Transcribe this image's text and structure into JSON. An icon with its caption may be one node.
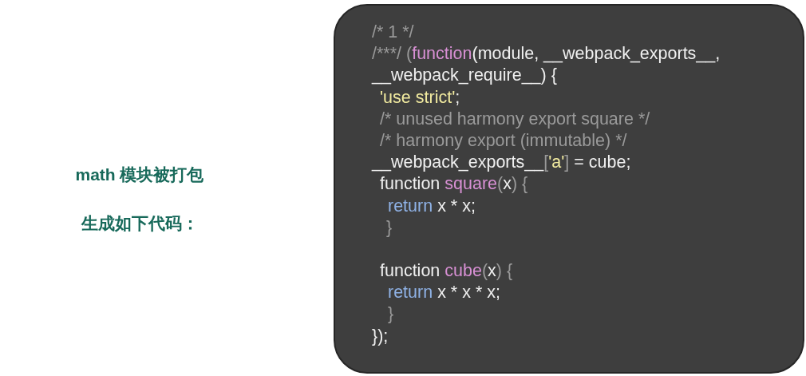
{
  "diagram": {
    "nodes": [
      {
        "text": [
          "/* 1 */",
          "/***/ (function(module, __webpack_exports__, __webpack_require__) {",
          "'use strict';",
          "/* unused harmony export square */",
          "/* harmony export (immutable) */",
          "__webpack_exports__['a'] = cube;",
          "function square(x) {",
          "return x * x;",
          "}",
          "function cube(x) {",
          "return x * x * x;",
          "}",
          "});"
        ]
      }
    ],
    "labels": [
      "math 模块被打包",
      "生成如下代码："
    ]
  }
}
